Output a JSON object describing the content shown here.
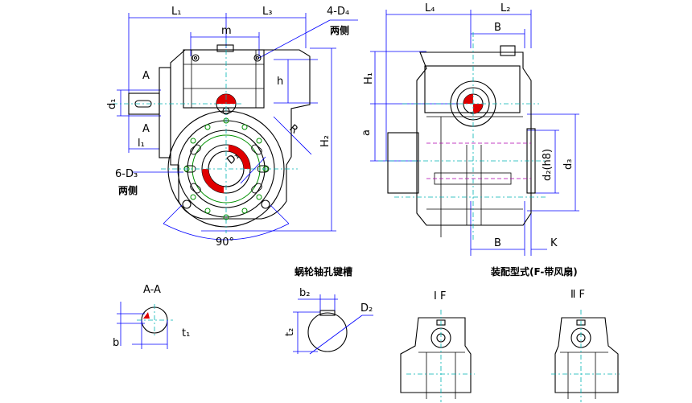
{
  "labels": {
    "L1": "L₁",
    "L3": "L₃",
    "D4": "4-D₄",
    "both_sides_1": "两侧",
    "m": "m",
    "d1": "d₁",
    "A_top": "A",
    "A_bottom": "A",
    "l1": "l₁",
    "h": "h",
    "R": "R",
    "H2": "H₂",
    "D1": "D₁",
    "D3": "6-D₃",
    "both_sides_2": "两侧",
    "angle": "90°",
    "L4": "L₄",
    "L2": "L₂",
    "B_top": "B",
    "H1": "H₁",
    "a": "a",
    "d2": "d₂(h8)",
    "d3": "d₃",
    "B_bottom": "B",
    "K": "K",
    "section_AA": "A-A",
    "b": "b",
    "t1": "t₁",
    "keyway_title": "蜗轮轴孔键槽",
    "b2": "b₂",
    "t2": "t₂",
    "D2": "D₂",
    "assembly_title": "装配型式(F-带风扇)",
    "type_IF": "Ⅰ F",
    "type_IIF": "Ⅱ F"
  }
}
